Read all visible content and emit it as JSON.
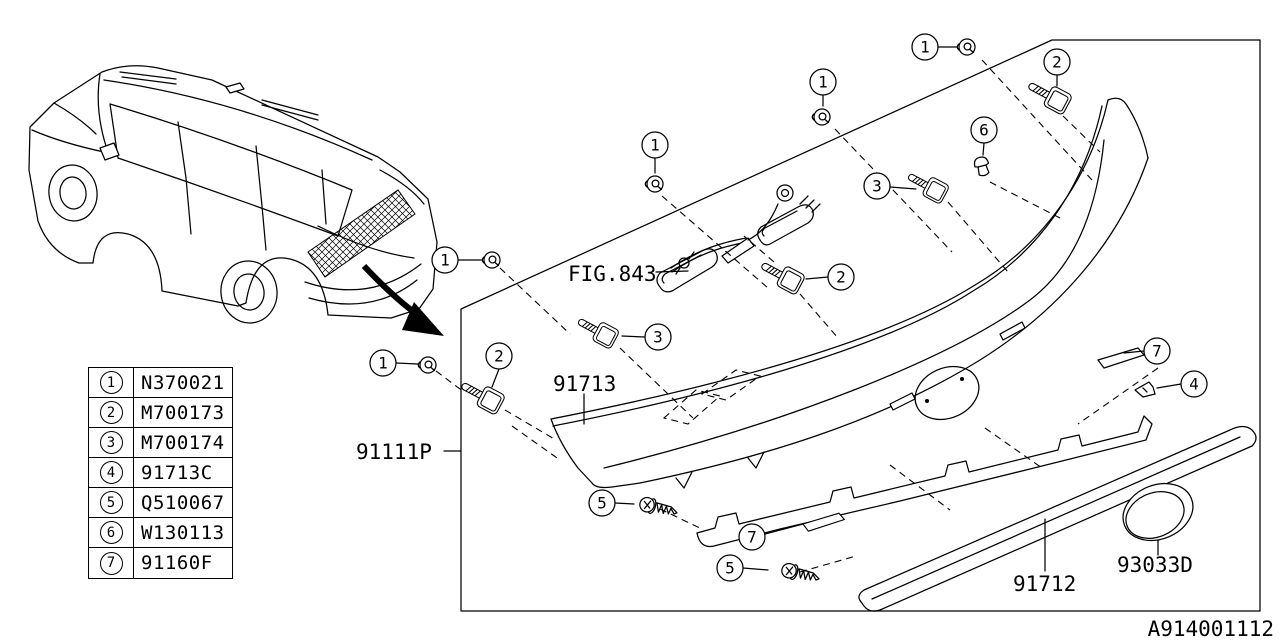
{
  "colors": {
    "line": "#000000",
    "background": "#ffffff"
  },
  "diagram_id": "A914001112",
  "vehicle_illustration": "station-wagon-rear-three-quarter-view",
  "legend": {
    "rows": [
      {
        "ref": "1",
        "code": "N370021"
      },
      {
        "ref": "2",
        "code": "M700173"
      },
      {
        "ref": "3",
        "code": "M700174"
      },
      {
        "ref": "4",
        "code": "91713C"
      },
      {
        "ref": "5",
        "code": "Q510067"
      },
      {
        "ref": "6",
        "code": "W130113"
      },
      {
        "ref": "7",
        "code": "91160F"
      }
    ]
  },
  "labels": {
    "fig_ref": "FIG.843",
    "upper_garnish": "91713",
    "garnish_assembly": "91111P",
    "lower_garnish": "91712",
    "ornament": "93033D"
  },
  "callouts": [
    {
      "ref": "1"
    },
    {
      "ref": "1"
    },
    {
      "ref": "1"
    },
    {
      "ref": "1"
    },
    {
      "ref": "1"
    },
    {
      "ref": "2"
    },
    {
      "ref": "2"
    },
    {
      "ref": "2"
    },
    {
      "ref": "3"
    },
    {
      "ref": "3"
    },
    {
      "ref": "4"
    },
    {
      "ref": "5"
    },
    {
      "ref": "5"
    },
    {
      "ref": "6"
    },
    {
      "ref": "7"
    },
    {
      "ref": "7"
    }
  ]
}
